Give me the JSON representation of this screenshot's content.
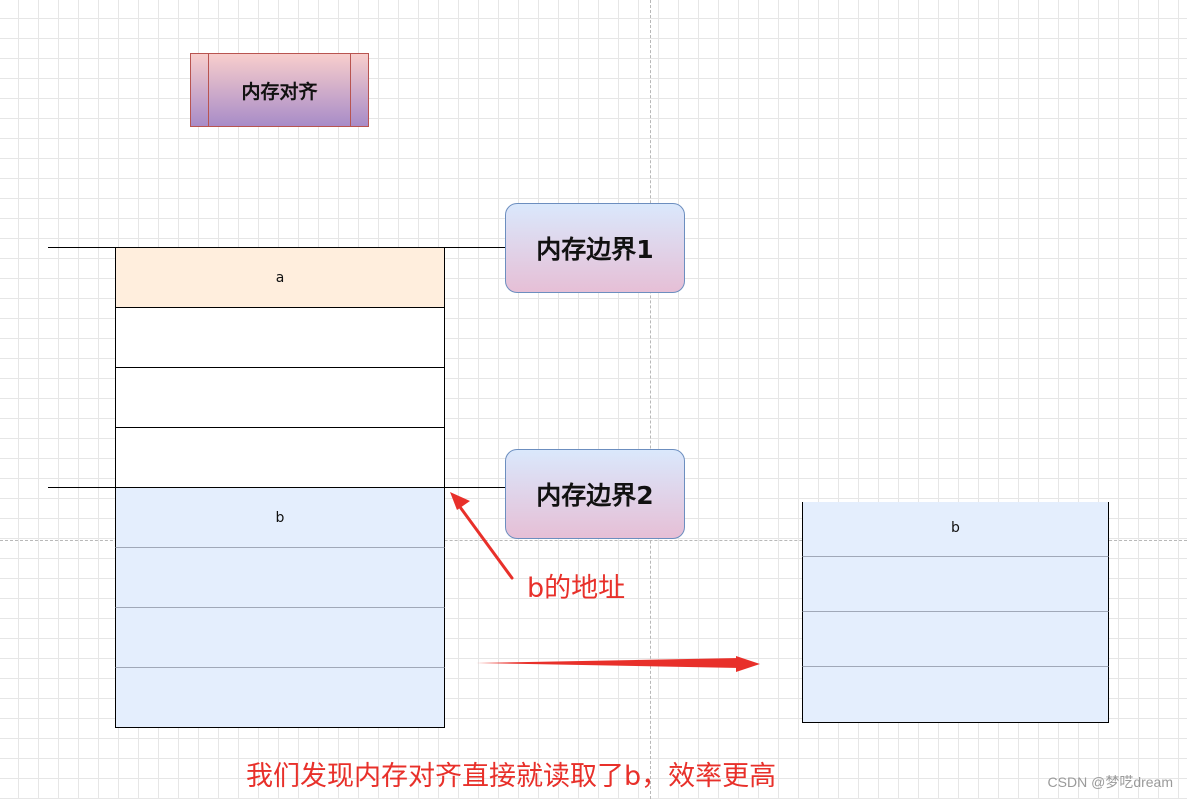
{
  "diagram": {
    "title": "内存对齐",
    "boundary_1_label": "内存边界1",
    "boundary_2_label": "内存边界2",
    "left_block": {
      "member_a_label": "a",
      "member_b_label": "b"
    },
    "right_block": {
      "member_b_label": "b"
    },
    "address_note": "b的地址",
    "conclusion": "我们发现内存对齐直接就读取了b，效率更高",
    "watermark": "CSDN @梦呓dream"
  },
  "colors": {
    "member_a_fill": "#ffeedd",
    "member_b_fill": "#e4eefd",
    "empty_fill": "#ffffff",
    "annotation_red": "#e8302a",
    "title_border": "#b85450",
    "label_border": "#6c8ebf"
  }
}
